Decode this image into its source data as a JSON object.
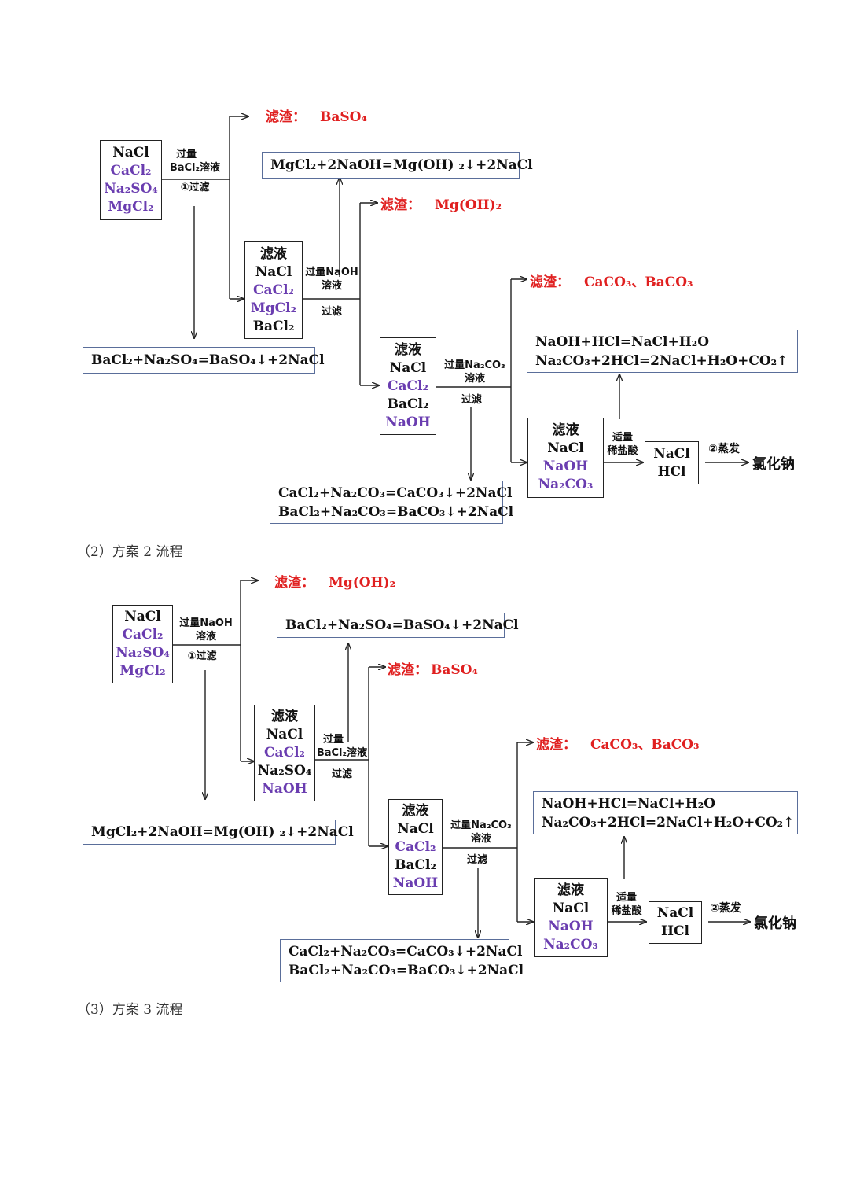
{
  "flow1": {
    "start_box": [
      "NaCl",
      "CaCl₂",
      "Na₂SO₄",
      "MgCl₂"
    ],
    "step1_label": [
      "过量",
      "BaCl₂溶液",
      "①过滤"
    ],
    "residue1": {
      "key": "滤渣：",
      "value": "BaSO₄"
    },
    "eq1": "MgCl₂+2NaOH=Mg(OH) ₂↓+2NaCl",
    "residue2": {
      "key": "滤渣：",
      "value": "Mg(OH)₂"
    },
    "filtrate1": [
      "滤液",
      "NaCl",
      "CaCl₂",
      "MgCl₂",
      "BaCl₂"
    ],
    "step2_label": [
      "过量NaOH",
      "溶液",
      "过滤"
    ],
    "residue3": {
      "key": "滤渣：",
      "value": "CaCO₃、BaCO₃"
    },
    "eq_bottom_left": "BaCl₂+Na₂SO₄=BaSO₄↓+2NaCl",
    "eq_hcl": [
      "NaOH+HCl=NaCl+H₂O",
      "Na₂CO₃+2HCl=2NaCl+H₂O+CO₂↑"
    ],
    "filtrate2": [
      "滤液",
      "NaCl",
      "CaCl₂",
      "BaCl₂",
      "NaOH"
    ],
    "step3_label": [
      "过量Na₂CO₃",
      "溶液",
      "过滤"
    ],
    "filtrate3": [
      "滤液",
      "NaCl",
      "NaOH",
      "Na₂CO₃"
    ],
    "step4_label": [
      "适量",
      "稀盐酸"
    ],
    "final_box": [
      "NaCl",
      "HCl"
    ],
    "step5_label": "②蒸发",
    "product": "氯化钠",
    "eq_carbonate": [
      "CaCl₂+Na₂CO₃=CaCO₃↓+2NaCl",
      "BaCl₂+Na₂CO₃=BaCO₃↓+2NaCl"
    ]
  },
  "caption2": "（2）方案 2 流程",
  "flow2": {
    "start_box": [
      "NaCl",
      "CaCl₂",
      "Na₂SO₄",
      "MgCl₂"
    ],
    "step1_label": [
      "过量NaOH",
      "溶液",
      "①过滤"
    ],
    "residue1": {
      "key": "滤渣：",
      "value": "Mg(OH)₂"
    },
    "eq1": "BaCl₂+Na₂SO₄=BaSO₄↓+2NaCl",
    "residue2": {
      "key": "滤渣：",
      "value": "BaSO₄"
    },
    "filtrate1": [
      "滤液",
      "NaCl",
      "CaCl₂",
      "Na₂SO₄",
      "NaOH"
    ],
    "step2_label": [
      "过量",
      "BaCl₂溶液",
      "过滤"
    ],
    "residue3": {
      "key": "滤渣：",
      "value": "CaCO₃、BaCO₃"
    },
    "eq_bottom_left": "MgCl₂+2NaOH=Mg(OH) ₂↓+2NaCl",
    "eq_hcl": [
      "NaOH+HCl=NaCl+H₂O",
      "Na₂CO₃+2HCl=2NaCl+H₂O+CO₂↑"
    ],
    "filtrate2": [
      "滤液",
      "NaCl",
      "CaCl₂",
      "BaCl₂",
      "NaOH"
    ],
    "step3_label": [
      "过量Na₂CO₃",
      "溶液",
      "过滤"
    ],
    "filtrate3": [
      "滤液",
      "NaCl",
      "NaOH",
      "Na₂CO₃"
    ],
    "step4_label": [
      "适量",
      "稀盐酸"
    ],
    "final_box": [
      "NaCl",
      "HCl"
    ],
    "step5_label": "②蒸发",
    "product": "氯化钠",
    "eq_carbonate": [
      "CaCl₂+Na₂CO₃=CaCO₃↓+2NaCl",
      "BaCl₂+Na₂CO₃=BaCO₃↓+2NaCl"
    ]
  },
  "caption3": "（3）方案 3 流程",
  "colors": {
    "purple": "#6a3db0",
    "red": "#e02020",
    "eq_border": "#5a6e9a"
  }
}
